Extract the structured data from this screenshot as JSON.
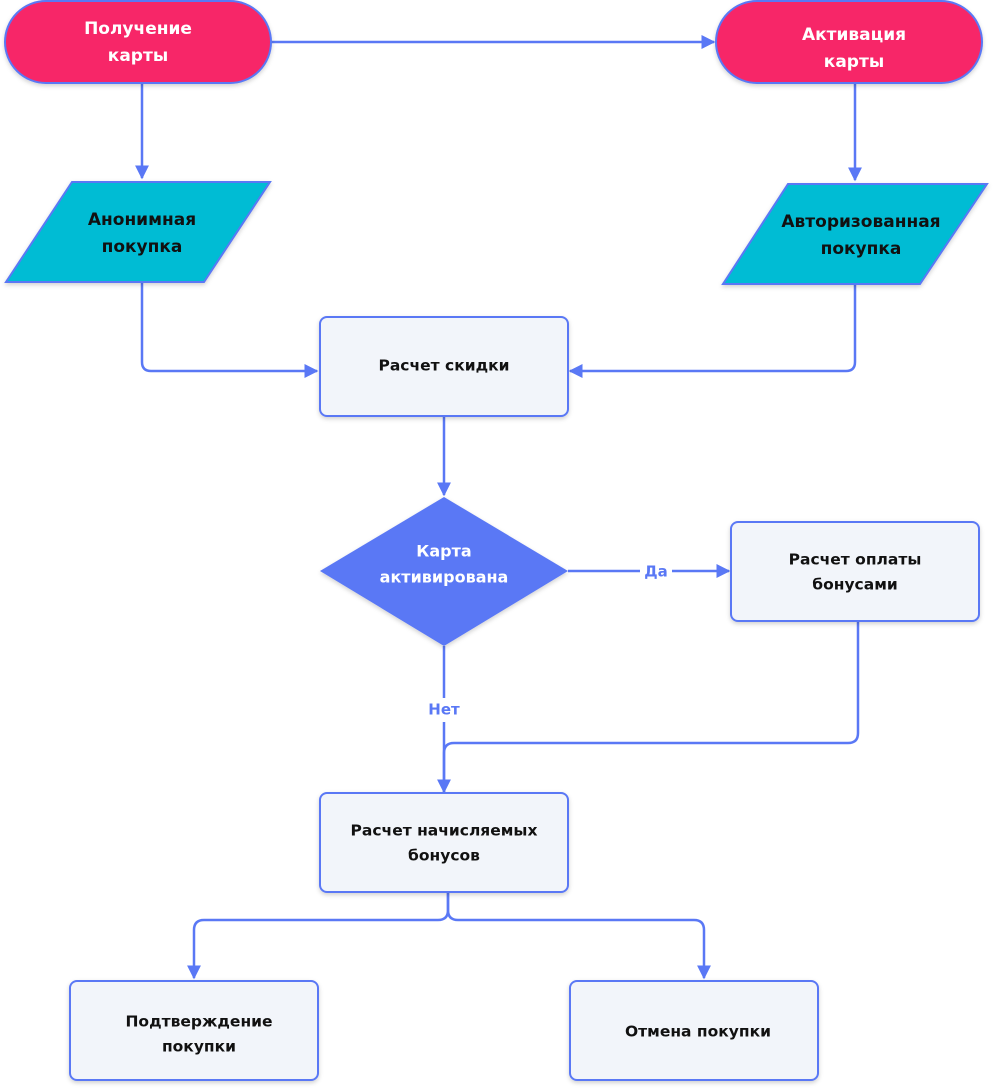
{
  "colors": {
    "line": "#5a78f5",
    "terminal_fill": "#f72667",
    "io_fill": "#00bcd4",
    "process_fill": "#f2f5fa",
    "decision_fill": "#5a78f5"
  },
  "nodes": {
    "get_card": {
      "line1": "Получение",
      "line2": "карты"
    },
    "activate_card": {
      "line1": "Активация",
      "line2": "карты"
    },
    "anon_purchase": {
      "line1": "Анонимная",
      "line2": "покупка"
    },
    "auth_purchase": {
      "line1": "Авторизованная",
      "line2": "покупка"
    },
    "discount": {
      "line1": "Расчет скидки"
    },
    "card_activated": {
      "line1": "Карта",
      "line2": "активирована"
    },
    "bonus_payment": {
      "line1": "Расчет оплаты",
      "line2": "бонусами"
    },
    "accrued_bonus": {
      "line1": "Расчет начисляемых",
      "line2": "бонусов"
    },
    "confirm": {
      "line1": "Подтверждение",
      "line2": "покупки"
    },
    "cancel": {
      "line1": "Отмена покупки"
    }
  },
  "edge_labels": {
    "yes": "Да",
    "no": "Нет"
  }
}
